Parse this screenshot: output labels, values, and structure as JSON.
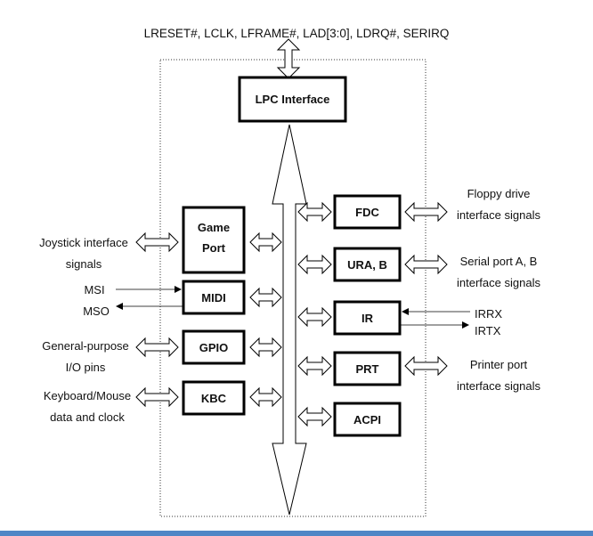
{
  "bus_signals": "LRESET#, LCLK, LFRAME#, LAD[3:0], LDRQ#, SERIRQ",
  "blocks": {
    "lpc": "LPC Interface",
    "game_line1": "Game",
    "game_line2": "Port",
    "midi": "MIDI",
    "gpio": "GPIO",
    "kbc": "KBC",
    "fdc": "FDC",
    "ura": "URA, B",
    "ir": "IR",
    "prt": "PRT",
    "acpi": "ACPI"
  },
  "left_signals": {
    "joystick_1": "Joystick interface",
    "joystick_2": "signals",
    "msi": "MSI",
    "mso": "MSO",
    "gpio_1": "General-purpose",
    "gpio_2": "I/O pins",
    "kbc_1": "Keyboard/Mouse",
    "kbc_2": "data and clock"
  },
  "right_signals": {
    "fdc_1": "Floppy drive",
    "fdc_2": "interface signals",
    "ura_1": "Serial port A, B",
    "ura_2": "interface signals",
    "irrx": "IRRX",
    "irtx": "IRTX",
    "prt_1": "Printer port",
    "prt_2": "interface signals"
  },
  "colors": {
    "line": "#000000",
    "fill": "#ffffff",
    "bottom_bar": "#4f86c6"
  }
}
